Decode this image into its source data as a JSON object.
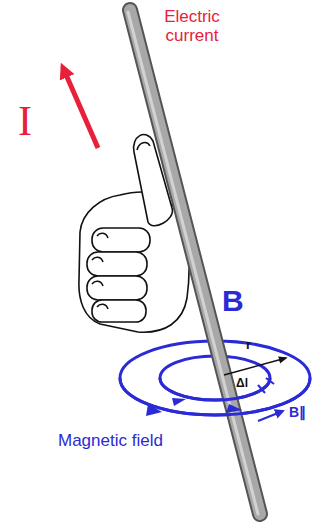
{
  "diagram": {
    "labels": [
      "Electric current",
      "I",
      "B",
      "r",
      "Δl",
      "B∥",
      "Magnetic field"
    ]
  }
}
